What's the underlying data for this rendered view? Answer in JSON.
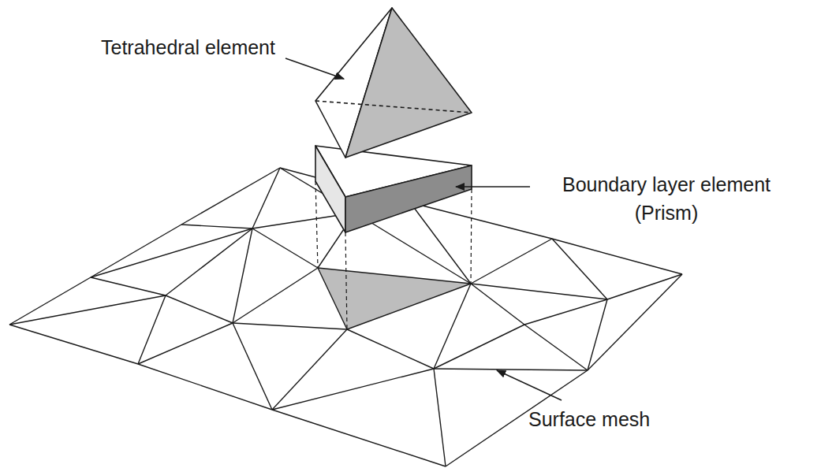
{
  "diagram": {
    "labels": [
      "Tetrahedral element",
      "Boundary layer element (Prism)",
      "Surface mesh"
    ]
  }
}
